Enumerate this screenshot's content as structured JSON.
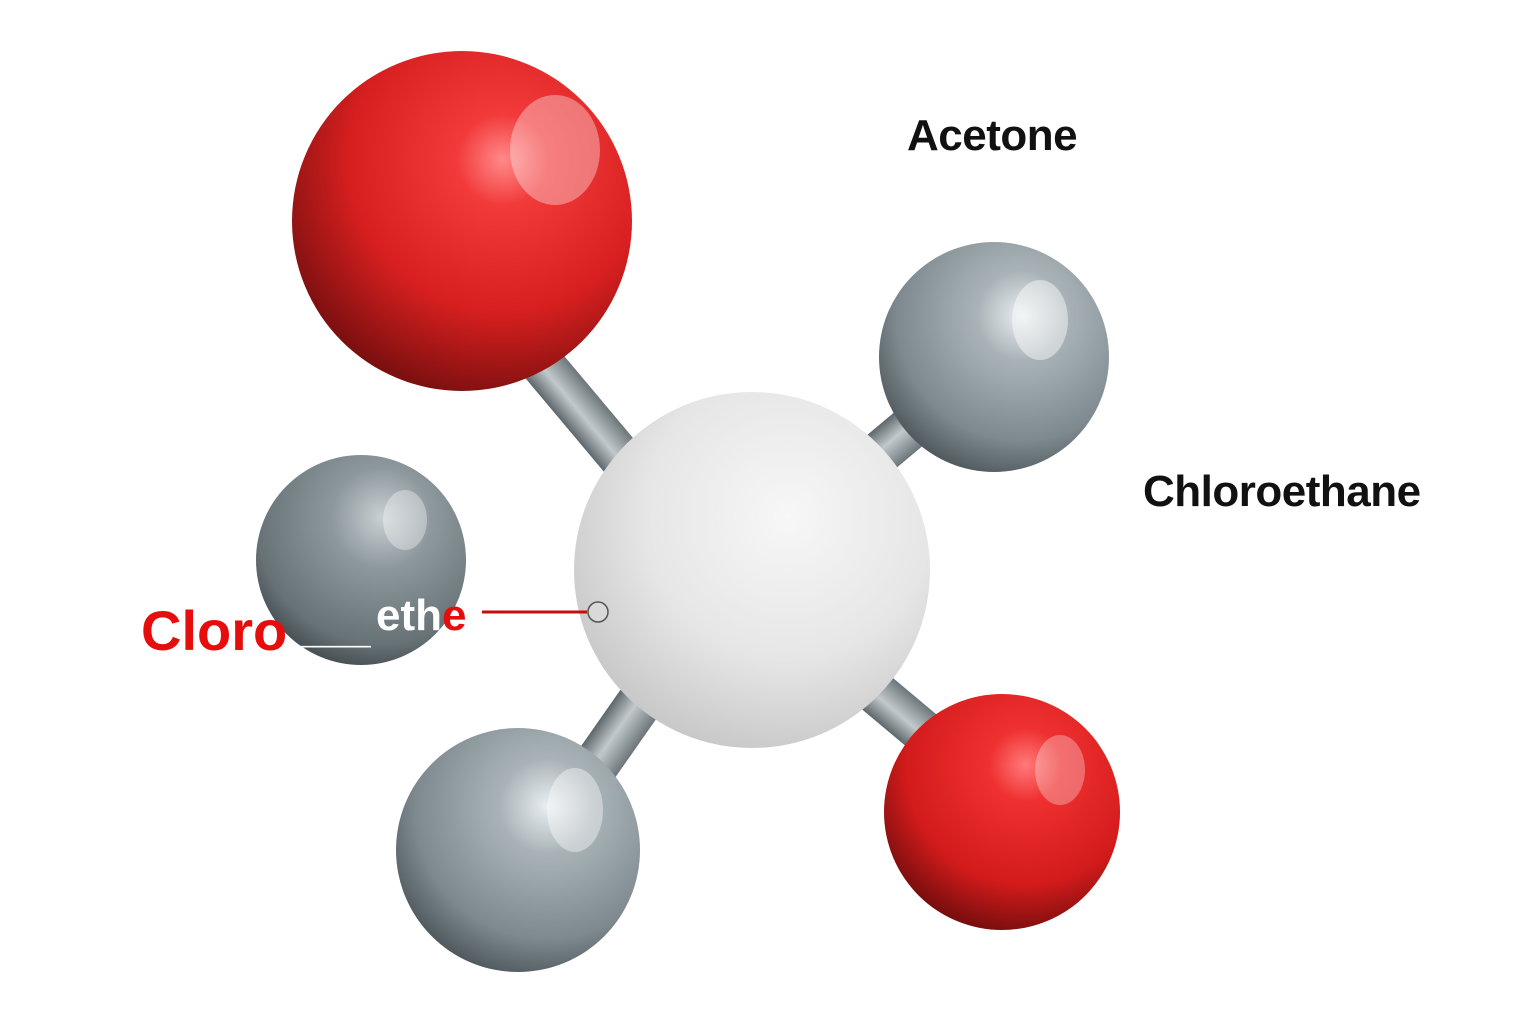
{
  "labels": {
    "acetone": "Acetone",
    "chloroethane": "Chloroethane",
    "callout_left": "Cloro",
    "callout_blank": "___",
    "callout_ethe_a": "eth",
    "callout_ethe_b": "e"
  },
  "colors": {
    "background": "#ffffff",
    "oxygen_red": "#e52525",
    "chlorine_gray": "#7f8b91",
    "carbon_white": "#e8e8e8",
    "bond_gray": "#8f979b",
    "callout_red": "#e60d0d",
    "label_black": "#111111"
  },
  "molecule": {
    "center_atom": "carbon",
    "atoms": [
      "oxygen",
      "chlorine",
      "chlorine",
      "chlorine",
      "oxygen"
    ]
  }
}
